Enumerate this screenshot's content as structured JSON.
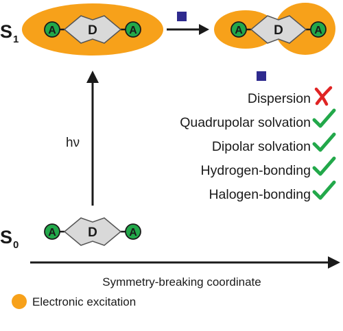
{
  "states": {
    "excited": {
      "label": "S",
      "subscript": "1"
    },
    "ground": {
      "label": "S",
      "subscript": "0"
    }
  },
  "molecule": {
    "acceptor": "A",
    "donor": "D"
  },
  "photon_label": "hν",
  "interactions": [
    {
      "label": "Dispersion",
      "symmetry_breaking": false,
      "mark": "✘"
    },
    {
      "label": "Quadrupolar solvation",
      "symmetry_breaking": true,
      "mark": "✔"
    },
    {
      "label": "Dipolar solvation",
      "symmetry_breaking": true,
      "mark": "✔"
    },
    {
      "label": "Hydrogen-bonding",
      "symmetry_breaking": true,
      "mark": "✔"
    },
    {
      "label": "Halogen-bonding",
      "symmetry_breaking": true,
      "mark": "✔"
    }
  ],
  "axis_label": "Symmetry-breaking coordinate",
  "legend": {
    "label": "Electronic excitation"
  },
  "colors": {
    "excitation": "#F7A11A",
    "acceptor": "#22A84A",
    "donor_fill": "#D9D9D9",
    "stroke": "#1a1a1a",
    "marker_square": "#2E2A8E",
    "check": "#22A84A",
    "cross": "#E02424"
  }
}
